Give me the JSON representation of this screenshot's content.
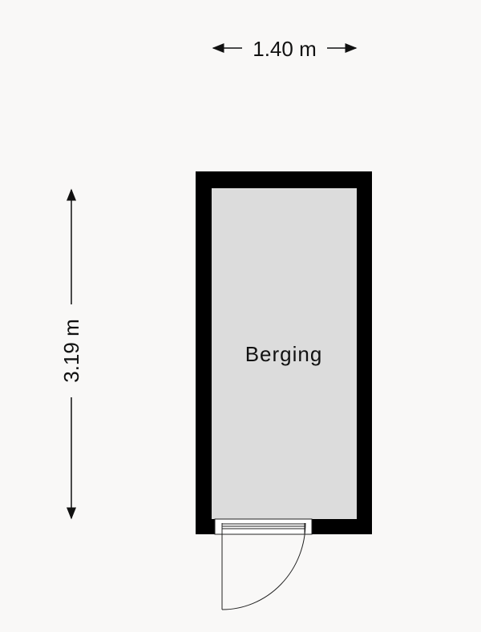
{
  "dimensions": {
    "width_label": "1.40 m",
    "height_label": "3.19 m"
  },
  "rooms": [
    {
      "name": "Berging"
    }
  ],
  "colors": {
    "background": "#f9f8f7",
    "wall": "#000000",
    "floor": "#dcdcdc"
  }
}
